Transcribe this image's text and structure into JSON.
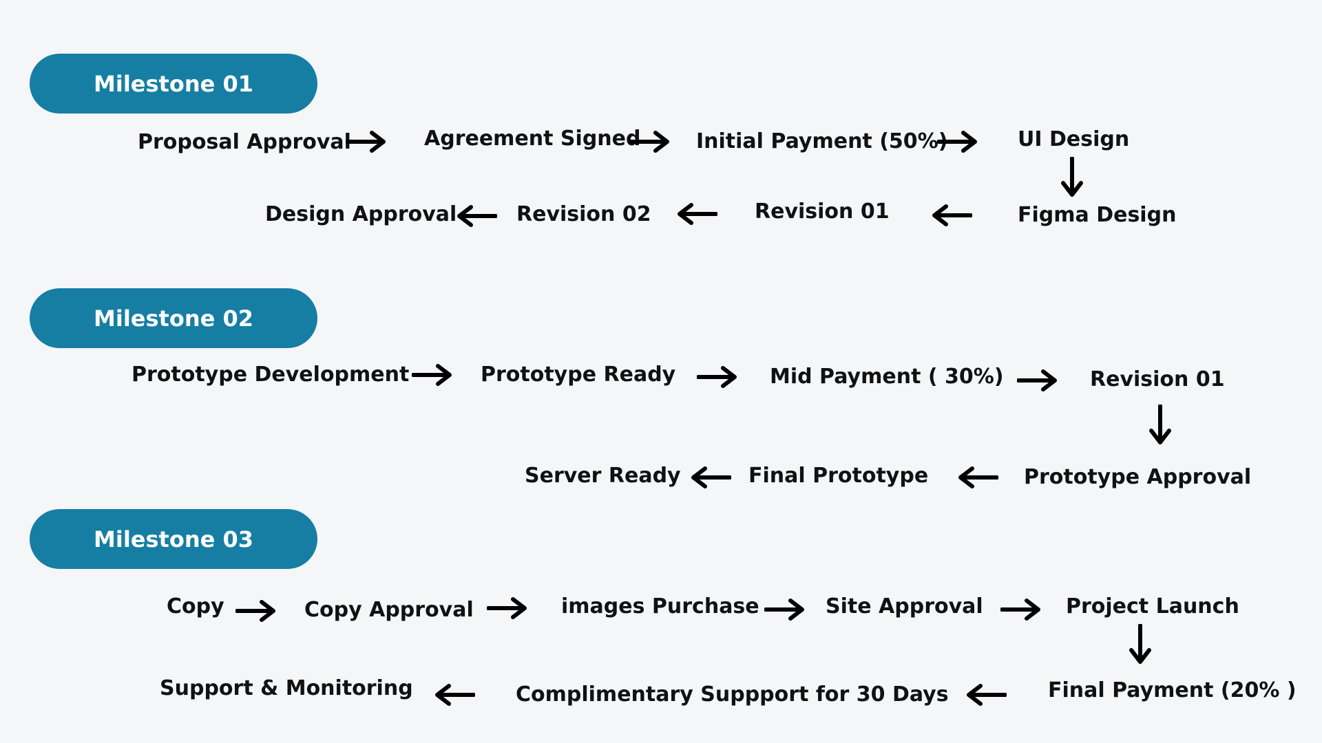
{
  "colors": {
    "background": "#f4f6f8",
    "milestone_pill": "#167ea3",
    "milestone_text": "#ffffff",
    "text": "#111111",
    "arrow": "#000000"
  },
  "milestones": [
    {
      "label": "Milestone 01",
      "row1": [
        "Proposal Approval",
        "Agreement Signed",
        "Initial Payment (50%)",
        "UI Design"
      ],
      "row2": [
        "Design Approval",
        "Revision 02",
        "Revision 01",
        "Figma Design"
      ]
    },
    {
      "label": "Milestone 02",
      "row1": [
        "Prototype Development",
        "Prototype Ready",
        "Mid Payment ( 30%)",
        "Revision 01"
      ],
      "row2": [
        "Server Ready",
        "Final Prototype",
        "Prototype Approval"
      ]
    },
    {
      "label": "Milestone 03",
      "row1": [
        "Copy",
        "Copy Approval",
        "images Purchase",
        "Site Approval",
        "Project Launch"
      ],
      "row2": [
        "Support & Monitoring",
        "Complimentary Suppport for 30 Days",
        "Final Payment (20% )"
      ]
    }
  ],
  "icons": {
    "right": "arrow-right-icon",
    "left": "arrow-left-icon",
    "down": "arrow-down-icon"
  }
}
